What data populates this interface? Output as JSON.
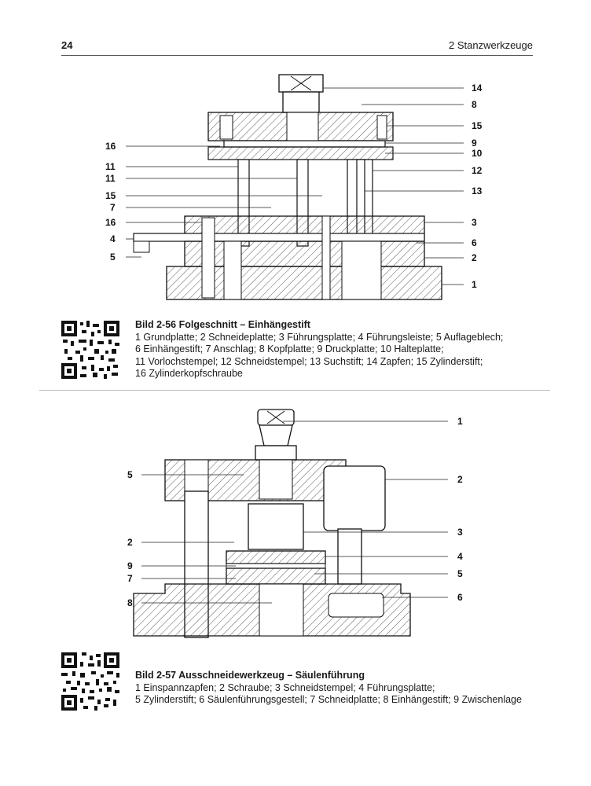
{
  "header": {
    "page_number": "24",
    "chapter": "2   Stanzwerkzeuge"
  },
  "figure1": {
    "caption_title": "Bild 2-56   Folgeschnitt – Einhängestift",
    "caption_lines": [
      "1 Grundplatte;  2 Schneideplatte;  3 Führungsplatte;  4 Führungsleiste;  5 Auflageblech;",
      "6 Einhängestift;  7 Anschlag;  8 Kopfplatte;  9 Druckplatte;  10 Halteplatte;",
      "11 Vorlochstempel;  12 Schneidstempel;  13 Suchstift;  14 Zapfen;  15 Zylinderstift;",
      "16 Zylinderkopfschraube"
    ],
    "labels_left": [
      "16",
      "11",
      "11",
      "15",
      "7",
      "16",
      "4",
      "5"
    ],
    "labels_right": [
      "14",
      "8",
      "15",
      "9",
      "10",
      "12",
      "13",
      "3",
      "6",
      "2",
      "1"
    ]
  },
  "figure2": {
    "caption_title": "Bild 2-57   Ausschneidewerkzeug – Säulenführung",
    "caption_lines": [
      "1 Einspannzapfen;  2 Schraube;  3 Schneidstempel;  4 Führungsplatte;",
      "5 Zylinderstift;  6 Säulenführungsgestell;  7 Schneidplatte;  8 Einhängestift;  9 Zwischenlage"
    ],
    "labels_left": [
      "5",
      "2",
      "9",
      "7",
      "8"
    ],
    "labels_right": [
      "1",
      "2",
      "3",
      "4",
      "5",
      "6"
    ]
  }
}
